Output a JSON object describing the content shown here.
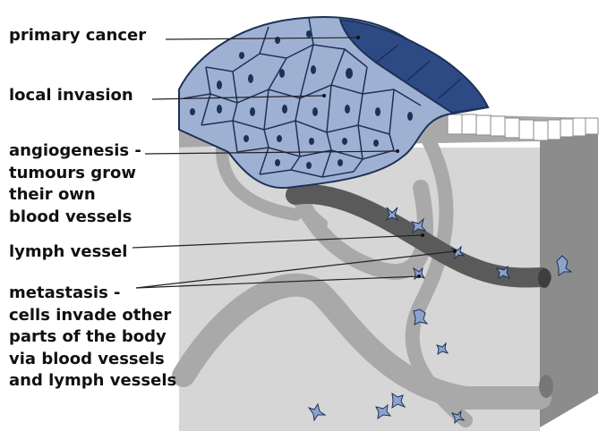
{
  "labels": {
    "primary_cancer": "primary cancer",
    "local_invasion": "local invasion",
    "angiogenesis": [
      "angiogenesis -",
      "tumours grow",
      "their own",
      "blood vessels"
    ],
    "lymph_vessel": "lymph vessel",
    "metastasis": [
      "metastasis -",
      "cells invade other",
      "parts of the body",
      "via blood vessels",
      "and lymph vessels"
    ]
  },
  "colors": {
    "tumour_cells": "#9fb1d3",
    "invasive_front": "#2e4a85",
    "cell_outline": "#1c3157",
    "blood_vessel": "#a9a9a9",
    "lymph_vessel": "#5a5a5a",
    "tissue": "#d6d6d6"
  }
}
